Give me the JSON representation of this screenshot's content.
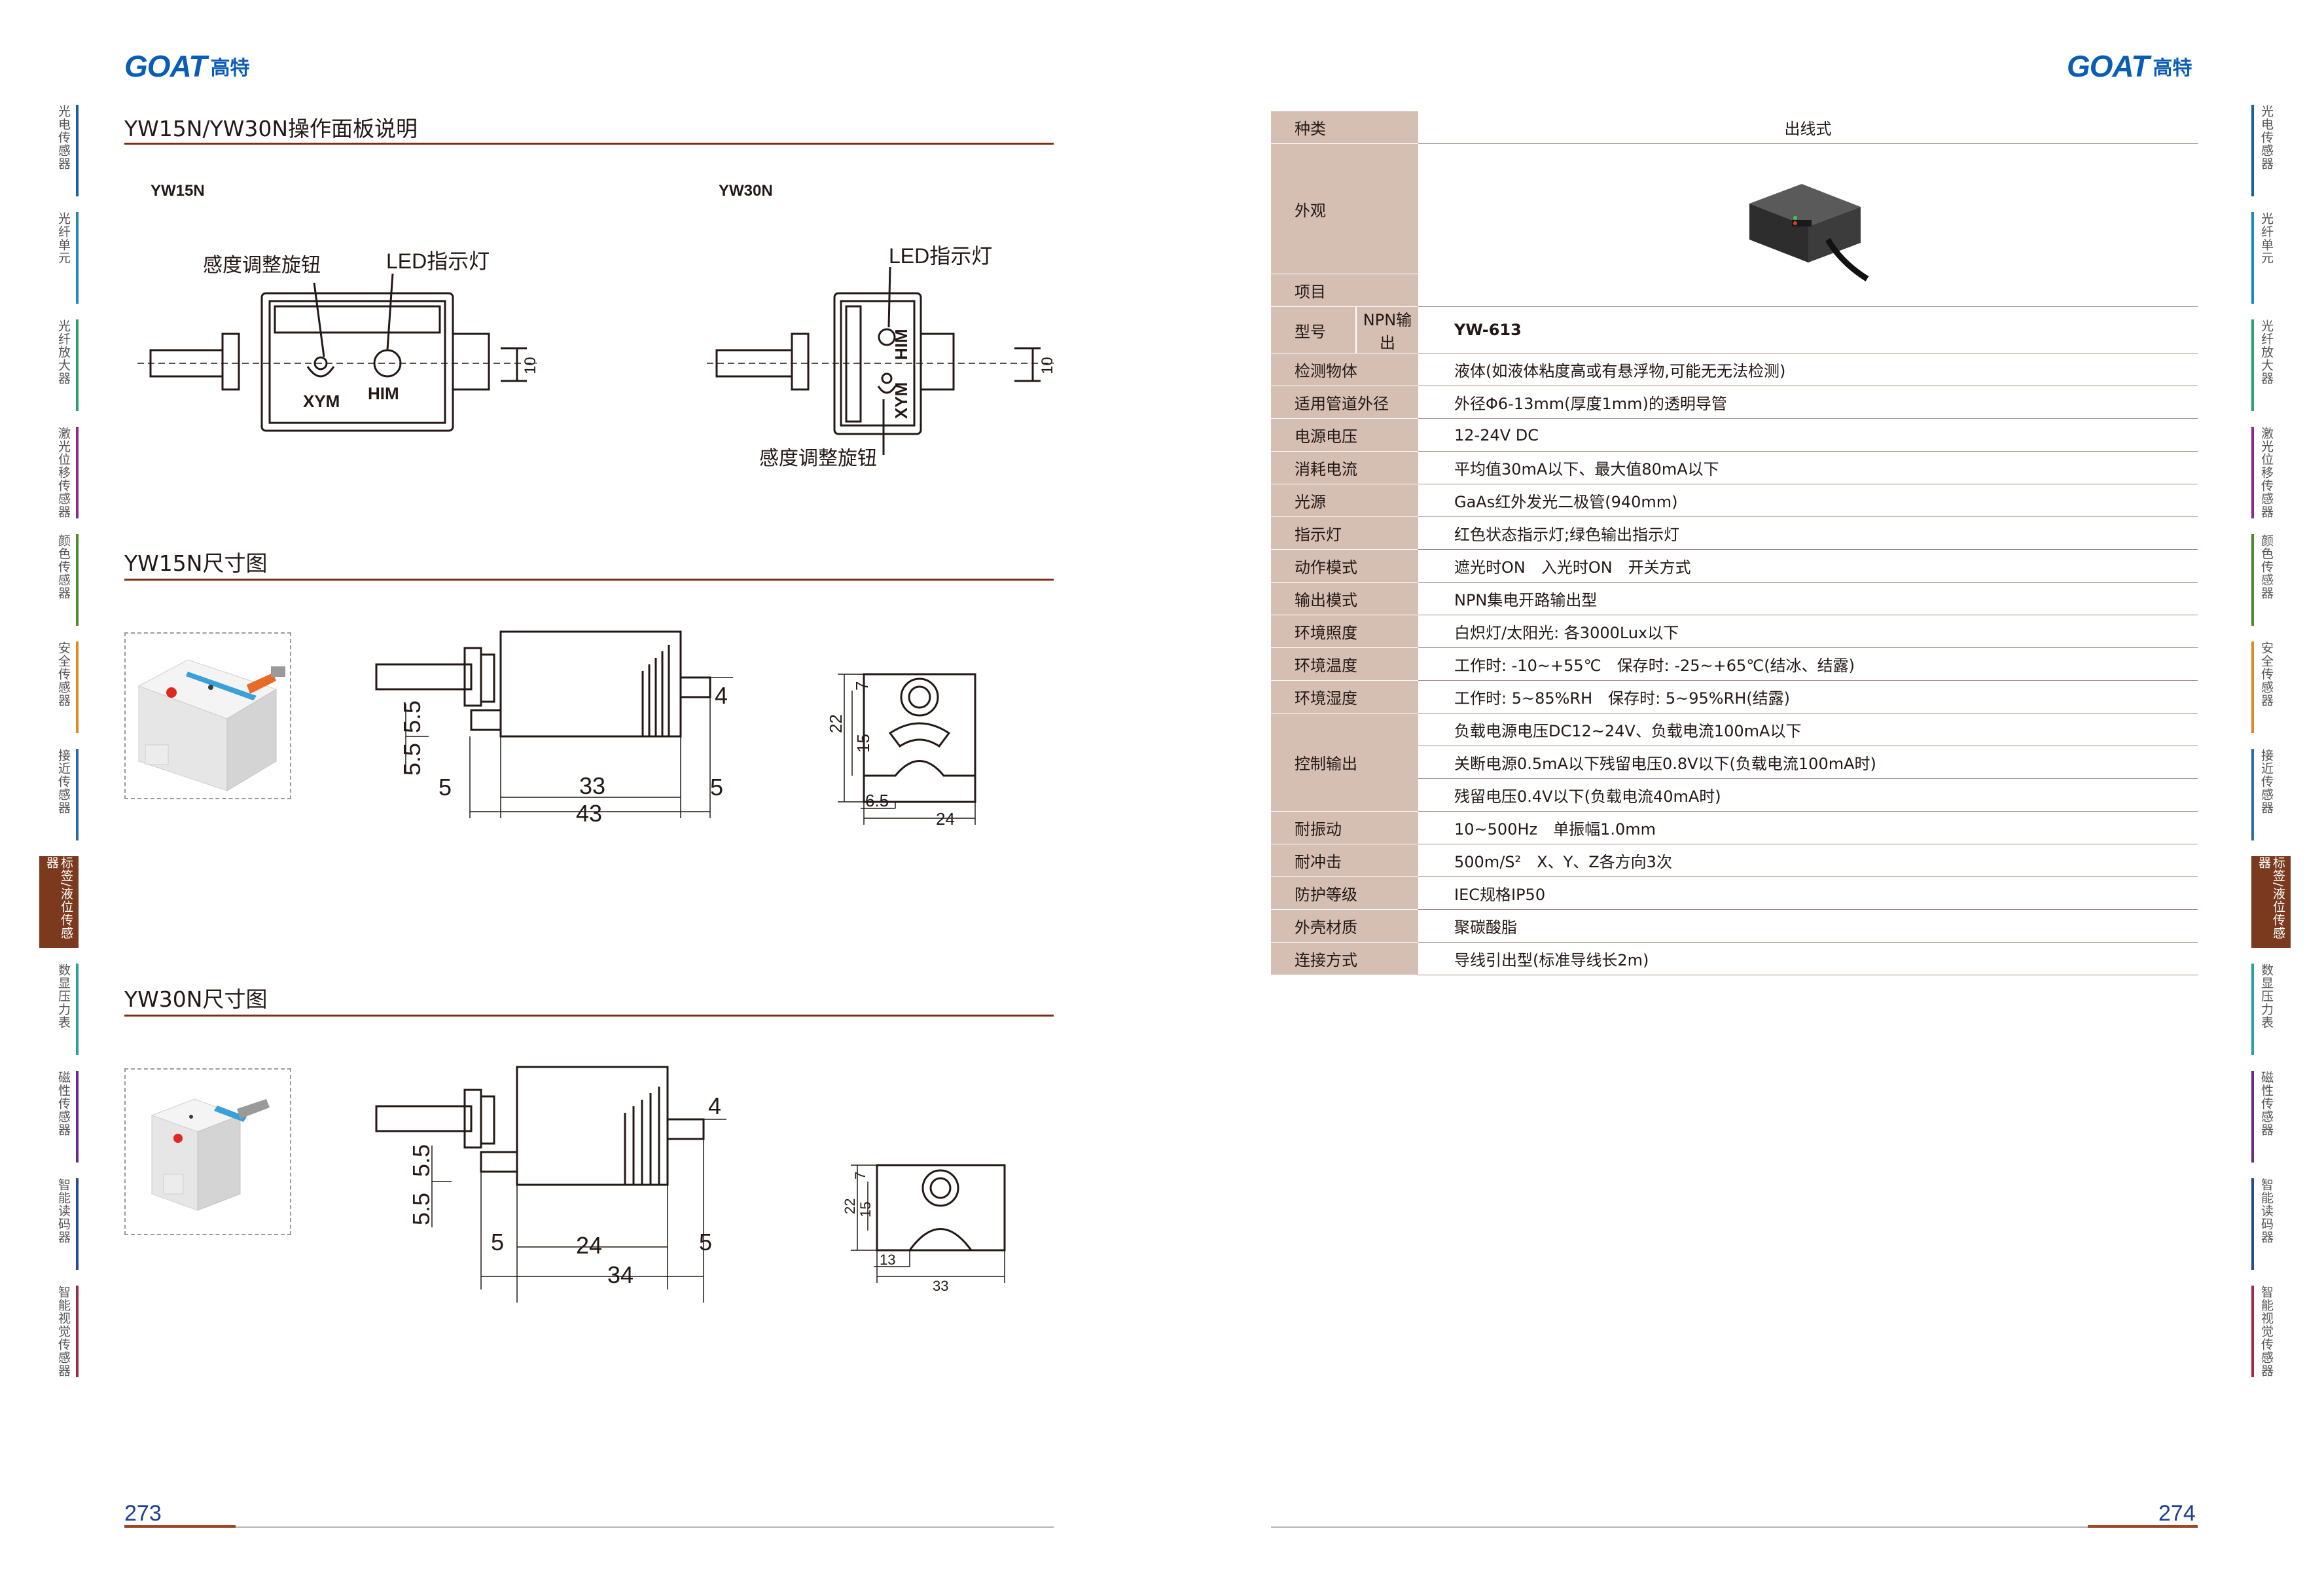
{
  "brand": {
    "latin": "GOAT",
    "chinese": "高特"
  },
  "left_page": {
    "panel_title": "YW15N/YW30N操作面板说明",
    "yw15n_label": "YW15N",
    "yw30n_label": "YW30N",
    "knob_label": "感度调整旋钮",
    "led_label": "LED指示灯",
    "xym": "XYM",
    "him": "HIM",
    "dim_10": "10",
    "yw15n_dim_title": "YW15N尺寸图",
    "yw30n_dim_title": "YW30N尺寸图",
    "yw15n_dims": {
      "d4": "4",
      "d55a": "5.5",
      "d55b": "5.5",
      "d5a": "5",
      "d33": "33",
      "d5b": "5",
      "d43": "43",
      "d22": "22",
      "d7": "7",
      "d15": "15",
      "d65": "6.5",
      "d24": "24"
    },
    "yw30n_dims": {
      "d4": "4",
      "d55a": "5.5",
      "d55b": "5.5",
      "d5a": "5",
      "d24": "24",
      "d5b": "5",
      "d34": "34",
      "d22": "22",
      "d7": "7",
      "d15": "15",
      "d13": "13",
      "d33": "33"
    },
    "page_number": "273"
  },
  "right_page": {
    "spec_rows": [
      {
        "key": "种类",
        "value": "出线式"
      },
      {
        "key": "外观",
        "value": ""
      },
      {
        "key": "项目",
        "value": ""
      },
      {
        "key": "型号",
        "key2": "NPN输出",
        "value": "YW-613"
      },
      {
        "key": "检测物体",
        "value": "液体(如液体粘度高或有悬浮物,可能无无法检测)"
      },
      {
        "key": "适用管道外径",
        "value": "外径Φ6-13mm(厚度1mm)的透明导管"
      },
      {
        "key": "电源电压",
        "value": "12-24V DC"
      },
      {
        "key": "消耗电流",
        "value": "平均值30mA以下、最大值80mA以下"
      },
      {
        "key": "光源",
        "value": "GaAs红外发光二极管(940mm)"
      },
      {
        "key": "指示灯",
        "value": "红色状态指示灯;绿色输出指示灯"
      },
      {
        "key": "动作模式",
        "value": "遮光时ON　入光时ON　开关方式"
      },
      {
        "key": "输出模式",
        "value": "NPN集电开路输出型"
      },
      {
        "key": "环境照度",
        "value": "白炽灯/太阳光: 各3000Lux以下"
      },
      {
        "key": "环境温度",
        "value": "工作时: -10~+55℃　保存时: -25~+65℃(结冰、结露)"
      },
      {
        "key": "环境湿度",
        "value": "工作时: 5~85%RH　保存时: 5~95%RH(结露)"
      },
      {
        "key": "控制输出",
        "values": [
          "负载电源电压DC12~24V、负载电流100mA以下",
          "关断电源0.5mA以下残留电压0.8V以下(负载电流100mA时)",
          "残留电压0.4V以下(负载电流40mA时)"
        ]
      },
      {
        "key": "耐振动",
        "value": "10~500Hz　单振幅1.0mm"
      },
      {
        "key": "耐冲击",
        "value": "500m/S²　X、Y、Z各方向3次"
      },
      {
        "key": "防护等级",
        "value": "IEC规格IP50"
      },
      {
        "key": "外壳材质",
        "value": "聚碳酸脂"
      },
      {
        "key": "连接方式",
        "value": "导线引出型(标准导线长2m)"
      }
    ],
    "page_number": "274"
  },
  "side_tabs": [
    {
      "label": "光电传感器",
      "color": "#1b5fa8",
      "active": false
    },
    {
      "label": "光纤单元",
      "color": "#1b8ab4",
      "active": false
    },
    {
      "label": "光纤放大器",
      "color": "#2ba06a",
      "active": false
    },
    {
      "label": "激光位移传感器",
      "color": "#8a2a8a",
      "active": false
    },
    {
      "label": "颜色传感器",
      "color": "#4d8a2a",
      "active": false
    },
    {
      "label": "安全传感器",
      "color": "#e08a20",
      "active": false
    },
    {
      "label": "接近传感器",
      "color": "#2a6ab4",
      "active": false
    },
    {
      "label": "标签/液位传感器",
      "color": "#7b3a1e",
      "active": true
    },
    {
      "label": "数显压力表",
      "color": "#2ba0a0",
      "active": false
    },
    {
      "label": "磁性传感器",
      "color": "#6a2a8a",
      "active": false
    },
    {
      "label": "智能读码器",
      "color": "#2a4a8a",
      "active": false
    },
    {
      "label": "智能视觉传感器",
      "color": "#a02a4a",
      "active": false
    }
  ]
}
